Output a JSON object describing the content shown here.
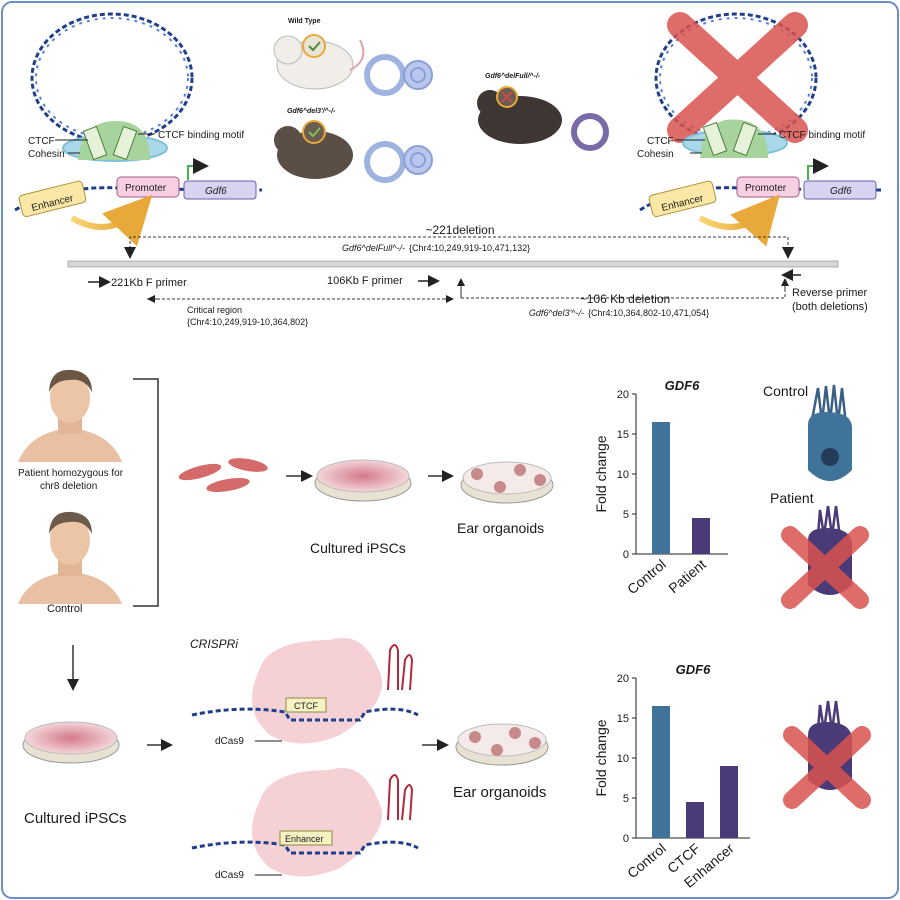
{
  "top": {
    "left_model": {
      "ctcf": "CTCF",
      "cohesin": "Cohesin",
      "motif": "CTCF binding motif",
      "enhancer": "Enhancer",
      "promoter": "Promoter",
      "gene": "Gdf6"
    },
    "right_model": {
      "ctcf": "CTCF",
      "cohesin": "Cohesin",
      "motif": "CTCF binding motif",
      "enhancer": "Enhancer",
      "promoter": "Promoter",
      "gene": "Gdf6"
    },
    "mice": {
      "wild_type": "Wild Type",
      "del3": "Gdf6^del3'/^-/-",
      "delfull": "Gdf6^delFull/^-/-"
    },
    "deletion_221": "~221deletion",
    "deletion_221_genotype": "Gdf6^delFull^-/-",
    "deletion_221_coords": "{Chr4:10,249,919-10,471,132}",
    "primer_221": "221Kb F primer",
    "primer_106": "106Kb F primer",
    "deletion_106": "~106 Kb deletion",
    "deletion_106_genotype": "Gdf6^del3'^-/-",
    "deletion_106_coords": "{Chr4:10,364,802-10,471,054}",
    "critical_region": "Critical region",
    "critical_coords": "{Chr4:10,249,919-10,364,802}",
    "reverse_primer_1": "Reverse primer",
    "reverse_primer_2": "(both deletions)"
  },
  "middle": {
    "patient_label_1": "Patient homozygous for",
    "patient_label_2": "chr8 deletion",
    "control_label": "Control",
    "cultured": "Cultured iPSCs",
    "organoids": "Ear organoids",
    "cell_control": "Control",
    "cell_patient": "Patient"
  },
  "bottom": {
    "crispri": "CRISPRi",
    "ctcf_box": "CTCF",
    "enhancer_box": "Enhancer",
    "dcas9_a": "dCas9",
    "dcas9_b": "dCas9",
    "cultured": "Cultured iPSCs",
    "organoids": "Ear organoids"
  },
  "chart_data": [
    {
      "type": "bar",
      "title": "GDF6",
      "ylabel": "Fold change",
      "categories": [
        "Control",
        "Patient"
      ],
      "values": [
        16.5,
        4.5
      ],
      "colors": [
        "#3f7399",
        "#4a3b78"
      ],
      "ylim": [
        0,
        20
      ],
      "yticks": [
        0,
        5,
        10,
        15,
        20
      ]
    },
    {
      "type": "bar",
      "title": "GDF6",
      "ylabel": "Fold change",
      "categories": [
        "Control",
        "CTCF",
        "Enhancer"
      ],
      "values": [
        16.5,
        4.5,
        9
      ],
      "colors": [
        "#3f7399",
        "#4a3b78",
        "#4a3b78"
      ],
      "ylim": [
        0,
        20
      ],
      "yticks": [
        0,
        5,
        10,
        15,
        20
      ]
    }
  ]
}
